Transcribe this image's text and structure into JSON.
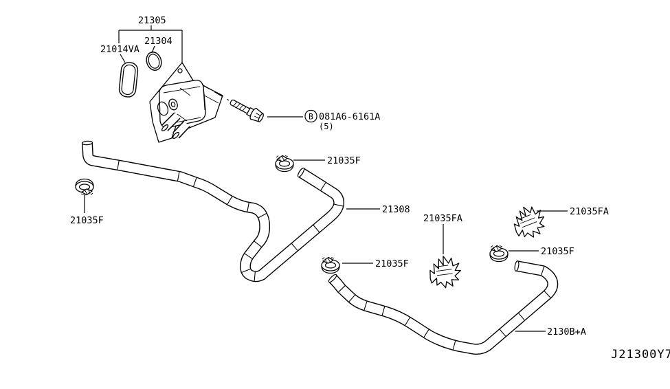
{
  "callouts": {
    "kit": "21305",
    "gasket_small": "21304",
    "gasket_large": "21014VA",
    "bolt_badge": "B",
    "bolt_part": "081A6-6161A",
    "bolt_qty": "(5)",
    "clamp_top": "21035F",
    "clamp_left": "21035F",
    "clamp_right": "21035F",
    "clamp_bottom": "21035F",
    "clip_middle": "21035FA",
    "clip_right": "21035FA",
    "hose_upper": "21308",
    "hose_lower": "2130B+A",
    "diagram_code": "J21300Y7"
  },
  "colors": {
    "line": "#000000",
    "background": "#ffffff"
  }
}
